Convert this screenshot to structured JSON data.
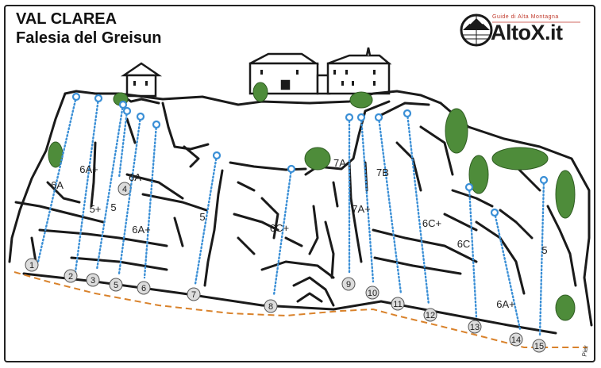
{
  "header": {
    "title_line1": "VAL CLAREA",
    "title_line2": "Falesia del Greisun"
  },
  "logo": {
    "tagline": "Guide di Alta Montagna",
    "name": "AltoX.it"
  },
  "author": "Pier",
  "routes": [
    {
      "number": "1",
      "grade": "6A"
    },
    {
      "number": "2",
      "grade": "6A+"
    },
    {
      "number": "3",
      "grade": "5+"
    },
    {
      "number": "4",
      "grade": "5"
    },
    {
      "number": "5",
      "grade": "6A"
    },
    {
      "number": "6",
      "grade": "6A+"
    },
    {
      "number": "7",
      "grade": "5"
    },
    {
      "number": "8",
      "grade": "6C+"
    },
    {
      "number": "9",
      "grade": "7A"
    },
    {
      "number": "10",
      "grade": "7A+"
    },
    {
      "number": "11",
      "grade": "7B"
    },
    {
      "number": "12",
      "grade": "6C+"
    },
    {
      "number": "13",
      "grade": "6C"
    },
    {
      "number": "14",
      "grade": "6A+"
    },
    {
      "number": "15",
      "grade": "5"
    }
  ],
  "colors": {
    "route_line": "#3a8fd6",
    "approach_path": "#d9822b",
    "vegetation": "#4e8c3a",
    "rock_line": "#1a1a1a",
    "number_badge": "#dcdcdc"
  }
}
